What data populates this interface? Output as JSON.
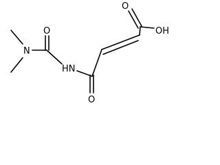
{
  "molecule": {
    "atoms": {
      "o_acid_carbonyl": "O",
      "oh_group": "OH",
      "o_urea": "O",
      "nh_group": "HN",
      "n_dimethyl": "N",
      "o_amide": "O"
    }
  }
}
